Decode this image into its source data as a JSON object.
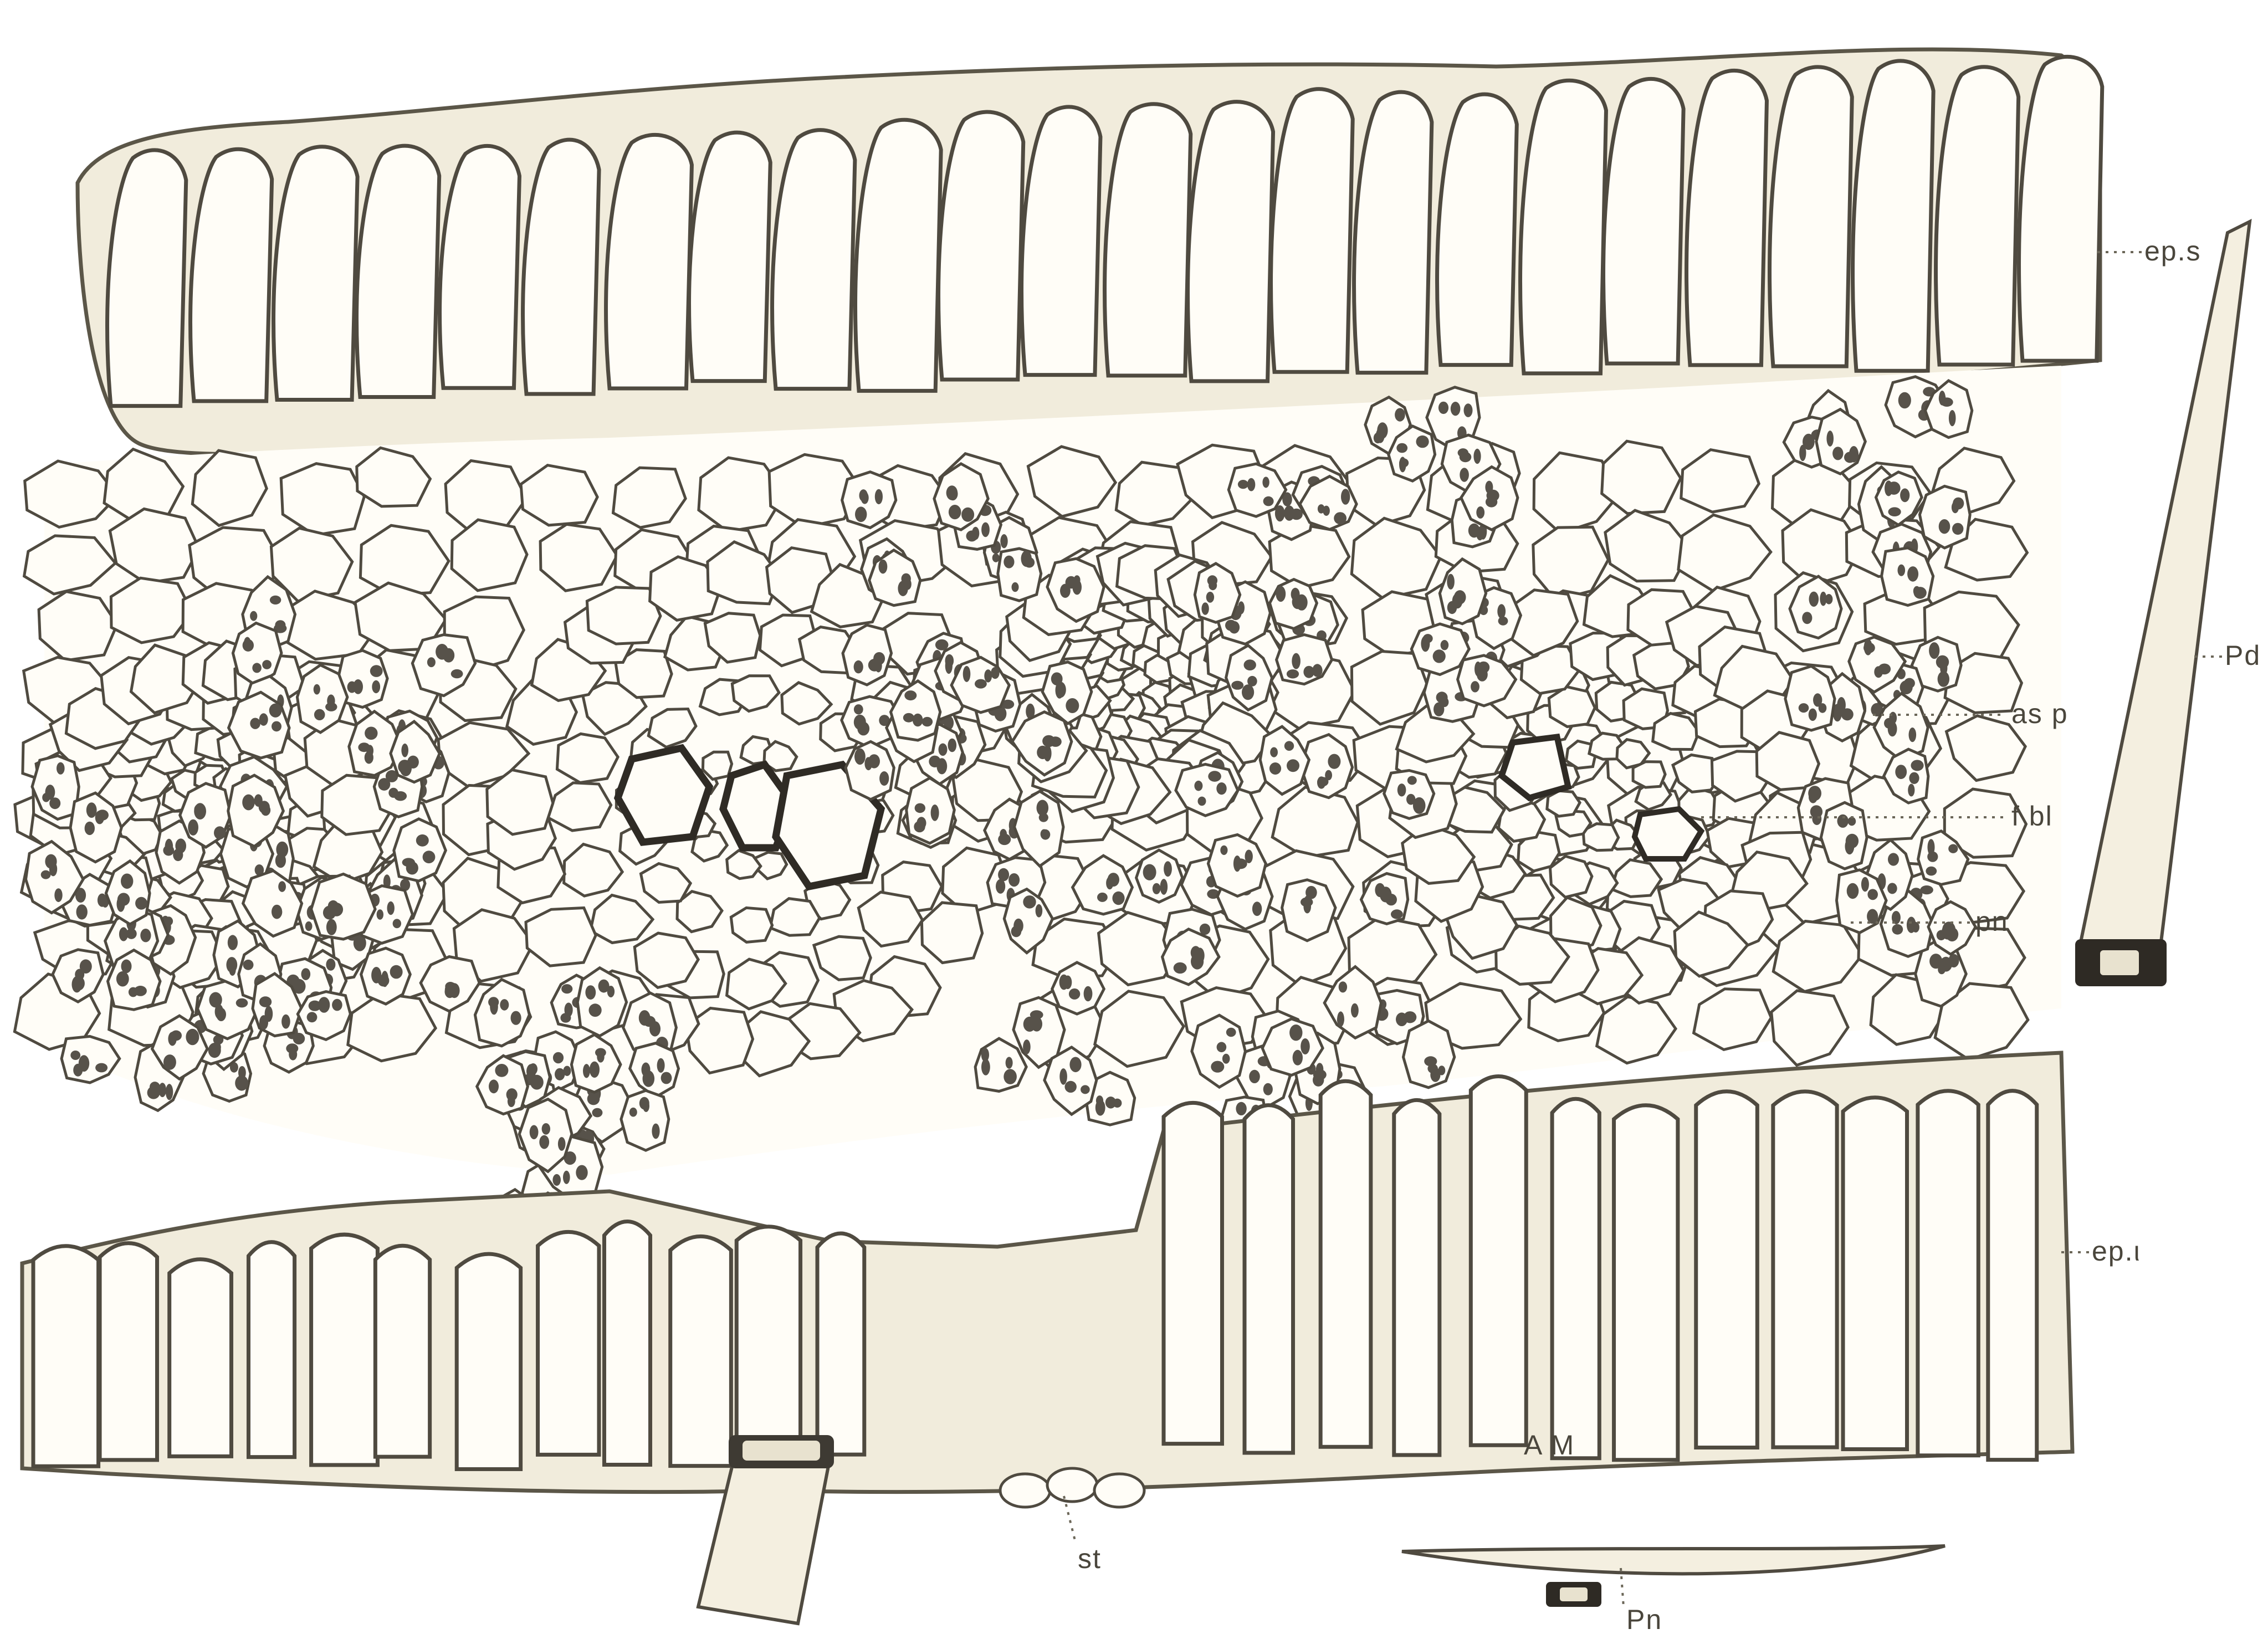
{
  "figure": {
    "labels": {
      "eps": "ep.s",
      "pd": "Pd",
      "asp": "as p",
      "fbl": "f bl",
      "pn": "pn",
      "epi": "ep.ι",
      "am": "A M",
      "st": "st",
      "pn_small": "Pn"
    },
    "colors": {
      "ink": "#4f4a40",
      "background": "#ffffff",
      "cell_fill": "#fffdf7",
      "cuticle_fill": "#f1ecdc"
    }
  }
}
